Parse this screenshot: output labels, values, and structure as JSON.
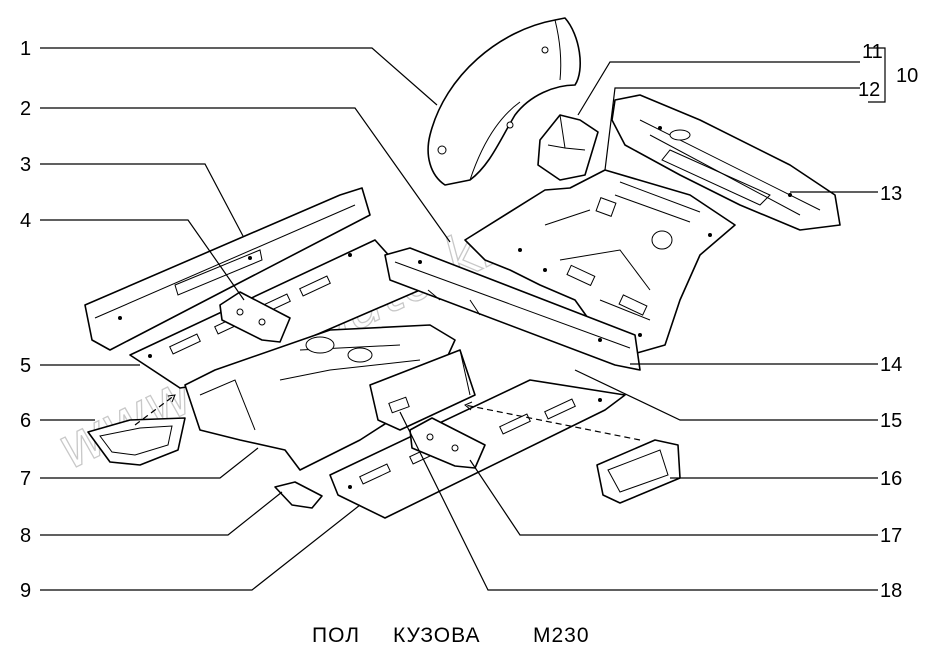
{
  "watermark": "www.sim-auto.kz",
  "caption": {
    "part1": "ПОЛ",
    "part2": "КУЗОВА",
    "part3": "М230"
  },
  "callouts": {
    "c1": "1",
    "c2": "2",
    "c3": "3",
    "c4": "4",
    "c5": "5",
    "c6": "6",
    "c7": "7",
    "c8": "8",
    "c9": "9",
    "c10": "10",
    "c11": "11",
    "c12": "12",
    "c13": "13",
    "c14": "14",
    "c15": "15",
    "c16": "16",
    "c17": "17",
    "c18": "18"
  }
}
